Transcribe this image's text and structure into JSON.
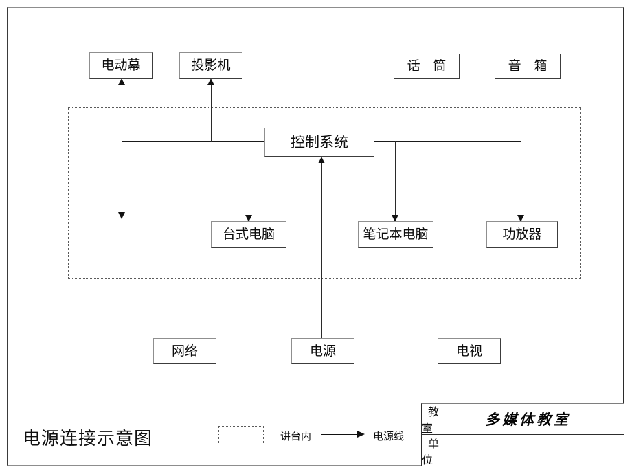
{
  "diagram": {
    "title": "电源连接示意图",
    "nodes": {
      "screen": "电动幕",
      "projector": "投影机",
      "microphone": "话 筒",
      "speaker": "音 箱",
      "control_system": "控制系统",
      "desktop_pc": "台式电脑",
      "laptop": "笔记本电脑",
      "amplifier": "功放器",
      "network": "网络",
      "power_supply": "电源",
      "television": "电视"
    },
    "legend": {
      "region_label": "讲台内",
      "line_label": "电源线"
    }
  },
  "title_block": {
    "rows": [
      {
        "key": "教 室",
        "value": "多媒体教室"
      },
      {
        "key": "单 位",
        "value": ""
      }
    ]
  },
  "colors": {
    "line": "#1a1a1a",
    "box_border": "#3c3c3c",
    "dotted": "#5a5a5a",
    "frame": "#3a3a3a",
    "background": "#ffffff"
  }
}
